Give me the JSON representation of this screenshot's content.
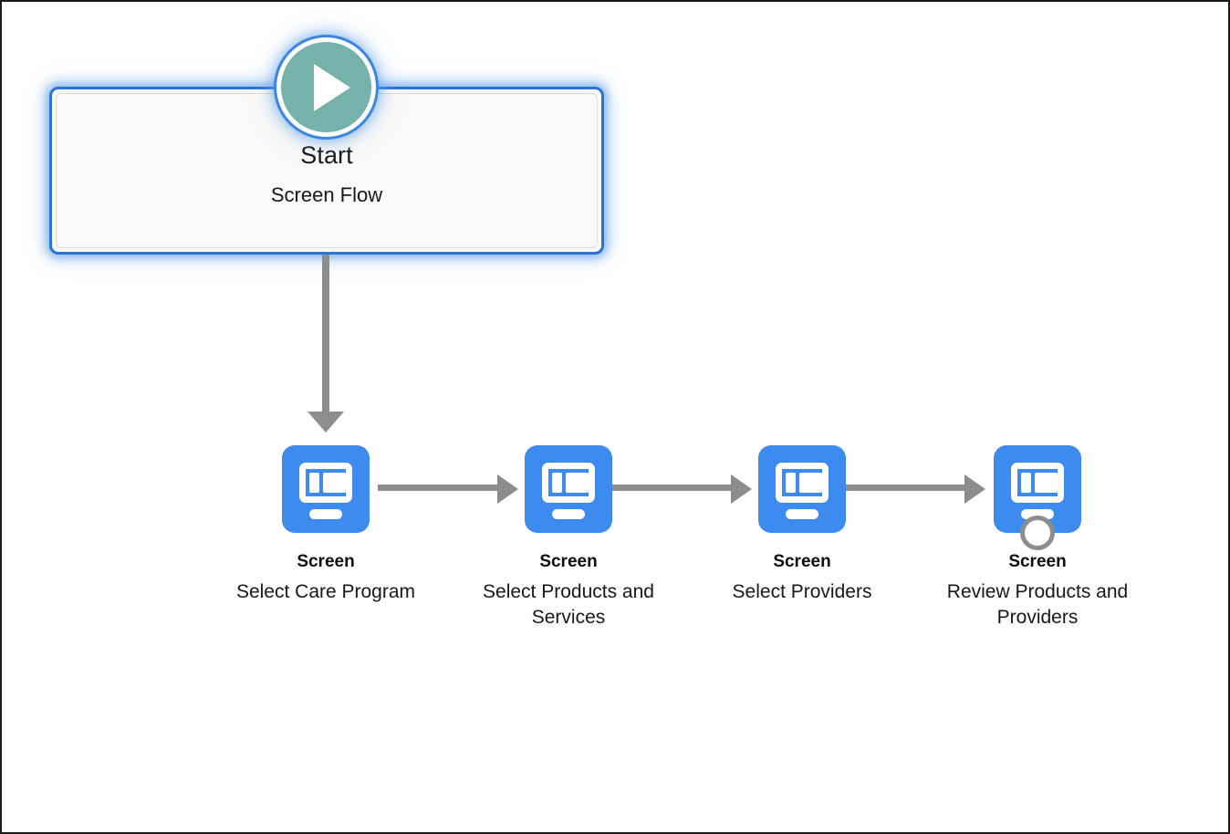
{
  "canvas": {
    "background": "#ffffff",
    "border_color": "#1b1b1b"
  },
  "start_node": {
    "name": "start-node",
    "title": "Start",
    "subtitle": "Screen Flow",
    "icon": "play-icon",
    "selected": true,
    "colors": {
      "border": "#2b73d2",
      "fill": "#faf9f7",
      "glow": "#5a9beb",
      "play_circle": "#74b2ab",
      "play_ring": "#ffffff"
    }
  },
  "connectors": [
    {
      "name": "connector-start-to-screen-1",
      "orientation": "vertical",
      "color": "#8d8d8d"
    },
    {
      "name": "connector-screen-1-to-2",
      "orientation": "horizontal",
      "color": "#8d8d8d"
    },
    {
      "name": "connector-screen-2-to-3",
      "orientation": "horizontal",
      "color": "#8d8d8d"
    },
    {
      "name": "connector-screen-3-to-4",
      "orientation": "horizontal",
      "color": "#8d8d8d"
    }
  ],
  "screen_nodes": [
    {
      "name": "screen-node-select-care-program",
      "label": "Screen",
      "sublabel": "Select Care Program",
      "icon": "screen-icon",
      "icon_color": "#3d8bef",
      "has_end_ring": false
    },
    {
      "name": "screen-node-select-products-and-services",
      "label": "Screen",
      "sublabel": "Select Products and Services",
      "icon": "screen-icon",
      "icon_color": "#3d8bef",
      "has_end_ring": false
    },
    {
      "name": "screen-node-select-providers",
      "label": "Screen",
      "sublabel": "Select Providers",
      "icon": "screen-icon",
      "icon_color": "#3d8bef",
      "has_end_ring": false
    },
    {
      "name": "screen-node-review-products-and-providers",
      "label": "Screen",
      "sublabel": "Review Products and Providers",
      "icon": "screen-icon",
      "icon_color": "#3d8bef",
      "has_end_ring": true,
      "end_ring_color": "#8d8d8d"
    }
  ]
}
